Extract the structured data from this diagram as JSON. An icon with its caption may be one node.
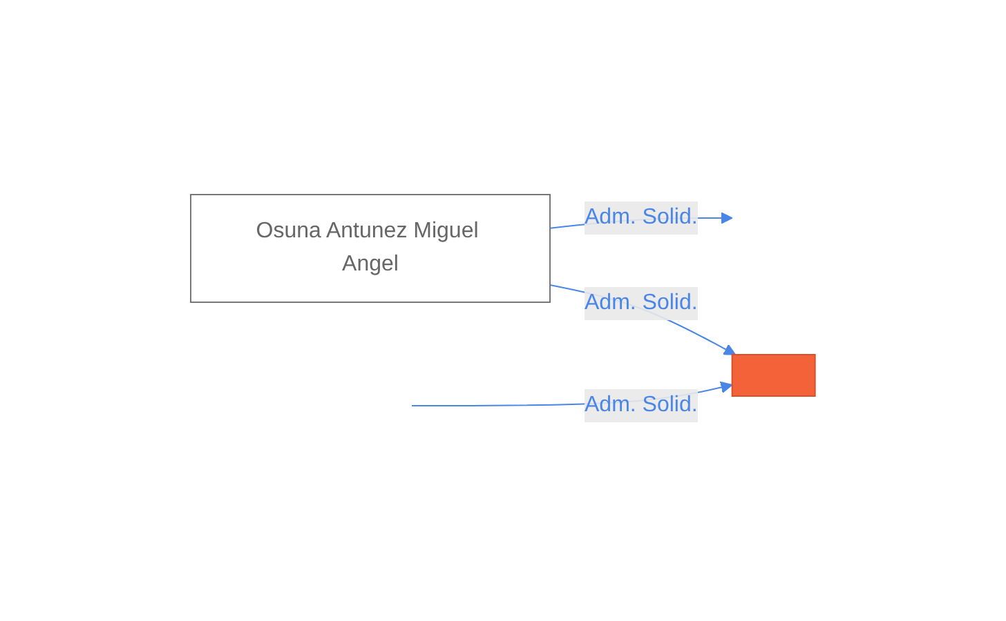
{
  "diagram": {
    "nodes": [
      {
        "text": [
          "Osuna Antunez Miguel Angel"
        ]
      },
      {
        "text": [],
        "shape": "building"
      }
    ],
    "edges": [
      {
        "from": 0,
        "to": null,
        "arrow": "to",
        "label": "Adm. Solid."
      },
      {
        "from": 0,
        "to": 1,
        "arrow": "to",
        "label": "Adm. Solid."
      },
      {
        "from": null,
        "to": 1,
        "arrow": "to",
        "label": "Adm. Solid."
      }
    ]
  }
}
